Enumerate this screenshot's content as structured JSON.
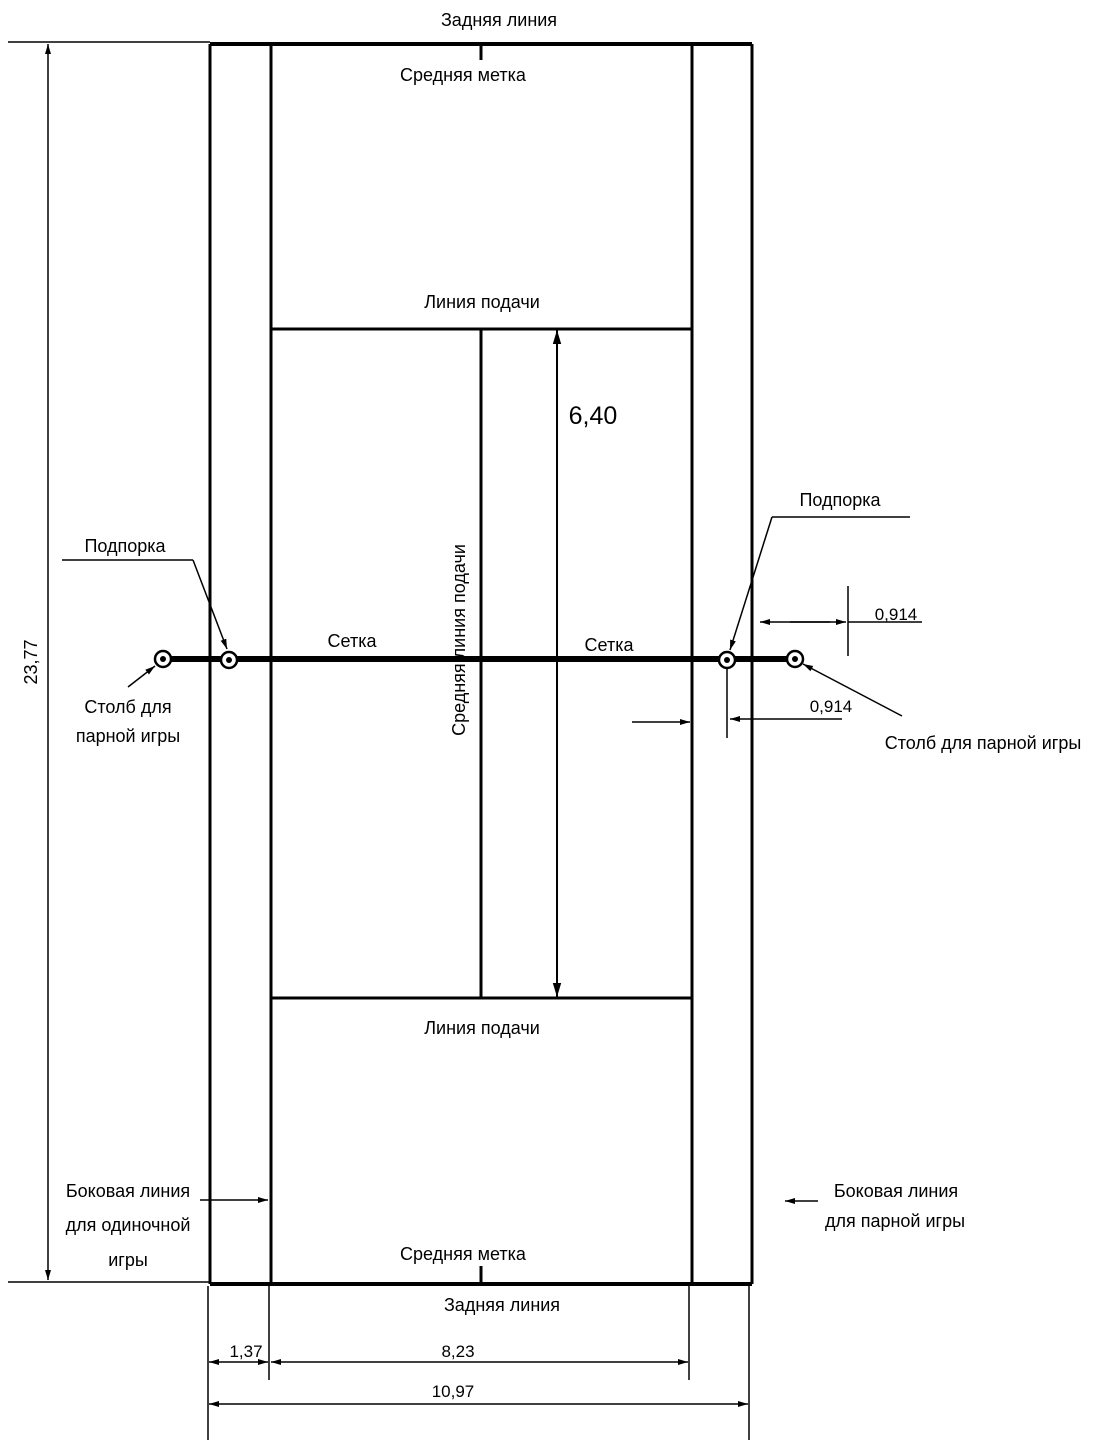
{
  "labels": {
    "baseline_top": "Задняя линия",
    "baseline_bottom": "Задняя линия",
    "center_mark_top": "Средняя метка",
    "center_mark_bottom": "Средняя метка",
    "service_line_top": "Линия подачи",
    "service_line_bottom": "Линия подачи",
    "center_service_line": "Средняя линия подачи",
    "net_left": "Сетка",
    "net_right": "Сетка",
    "prop_left": "Подпорка",
    "prop_right": "Подпорка",
    "doubles_post_left_line1": "Столб для",
    "doubles_post_left_line2": "парной игры",
    "doubles_post_right": "Столб для парной игры",
    "singles_sideline_line1": "Боковая линия",
    "singles_sideline_line2": "для одиночной",
    "singles_sideline_line3": "игры",
    "doubles_sideline_line1": "Боковая линия",
    "doubles_sideline_line2": "для парной игры"
  },
  "dimensions": {
    "court_length": "23,77",
    "service_box_depth": "6,40",
    "post_offset_top": "0,914",
    "post_offset_bottom": "0,914",
    "alley_width": "1,37",
    "singles_width": "8,23",
    "doubles_width": "10,97"
  },
  "colors": {
    "line": "#000000",
    "background": "#ffffff"
  }
}
